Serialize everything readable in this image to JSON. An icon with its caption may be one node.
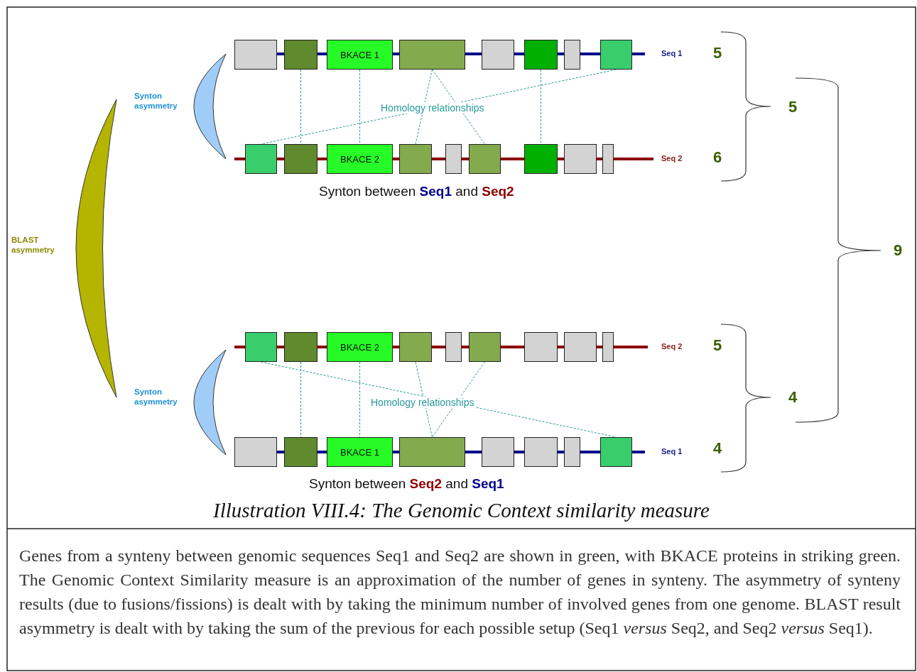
{
  "diagram": {
    "caption": "Illustration VIII.4: The Genomic Context similarity measure",
    "nodes": [
      {
        "text": [],
        "shape": "box"
      },
      {
        "text": [],
        "shape": "box"
      },
      {
        "text": [
          "BKACE 1"
        ]
      },
      {
        "text": [],
        "shape": "box"
      },
      {
        "text": [],
        "shape": "box"
      },
      {
        "text": [],
        "shape": "box"
      },
      {
        "text": [],
        "shape": "box"
      },
      {
        "text": [],
        "shape": "box"
      },
      {
        "text": [],
        "shape": "box"
      },
      {
        "text": [],
        "shape": "box"
      },
      {
        "text": [
          "BKACE 2"
        ]
      },
      {
        "text": [],
        "shape": "box"
      },
      {
        "text": [],
        "shape": "box"
      },
      {
        "text": [],
        "shape": "box"
      },
      {
        "text": [],
        "shape": "box"
      },
      {
        "text": [],
        "shape": "box"
      },
      {
        "text": [],
        "shape": "box"
      },
      {
        "text": [],
        "shape": "box"
      },
      {
        "text": [],
        "shape": "box"
      },
      {
        "text": [
          "BKACE 2"
        ]
      },
      {
        "text": [],
        "shape": "box"
      },
      {
        "text": [],
        "shape": "box"
      },
      {
        "text": [],
        "shape": "box"
      },
      {
        "text": [],
        "shape": "box"
      },
      {
        "text": [],
        "shape": "box"
      },
      {
        "text": [],
        "shape": "box"
      },
      {
        "text": [],
        "shape": "box"
      },
      {
        "text": [],
        "shape": "box"
      },
      {
        "text": [
          "BKACE 1"
        ]
      },
      {
        "text": [],
        "shape": "box"
      },
      {
        "text": [],
        "shape": "box"
      },
      {
        "text": [],
        "shape": "box"
      },
      {
        "text": [],
        "shape": "box"
      },
      {
        "text": [],
        "shape": "box"
      },
      {
        "text": [],
        "shape": "crescent"
      },
      {
        "text": [],
        "shape": "crescent"
      },
      {
        "text": [],
        "shape": "crescent"
      }
    ],
    "edges": [
      {
        "from": 1,
        "to": 9,
        "arrow": "none",
        "style": "dashed"
      },
      {
        "from": 2,
        "to": 10,
        "arrow": "none",
        "style": "dashed"
      },
      {
        "from": 3,
        "to": 11,
        "arrow": "none",
        "style": "dashed"
      },
      {
        "from": 3,
        "to": 13,
        "arrow": "none",
        "style": "dashed"
      },
      {
        "from": 5,
        "to": 14,
        "arrow": "none",
        "style": "dashed"
      },
      {
        "from": 7,
        "to": 8,
        "arrow": "none",
        "style": "dashed"
      },
      {
        "from": 17,
        "to": 33,
        "arrow": "none",
        "style": "dashed"
      },
      {
        "from": 18,
        "to": 27,
        "arrow": "none",
        "style": "dashed"
      },
      {
        "from": 19,
        "to": 28,
        "arrow": "none",
        "style": "dashed"
      },
      {
        "from": 20,
        "to": 29,
        "arrow": "none",
        "style": "dashed"
      },
      {
        "from": 22,
        "to": 29,
        "arrow": "none",
        "style": "dashed"
      }
    ],
    "labels": [
      "Seq 1",
      "5",
      "Synton asymmetry",
      "Homology relationships",
      "5",
      "Seq 2",
      "6",
      "Synton between **Seq1** and **Seq2**",
      "BLAST asymmetry",
      "9",
      "Seq 2",
      "5",
      "4",
      "Synton asymmetry",
      "Homology relationships",
      "Seq 1",
      "4",
      "Synton between **Seq2** and **Seq1**",
      "Genes from a synteny between genomic sequences Seq1 and Seq2 are shown in green, with BKACE proteins in striking green. The Genomic Context Similarity measure is an approximation of the number of genes in synteny. The asymmetry of synteny results (due to fusions/fissions) is dealt with by taking the minimum number of involved genes from one genome. BLAST result asymmetry is dealt with by taking the sum of the previous for each possible setup (Seq1 *versus* Seq2, and Seq2 *versus* Seq1)."
    ]
  }
}
